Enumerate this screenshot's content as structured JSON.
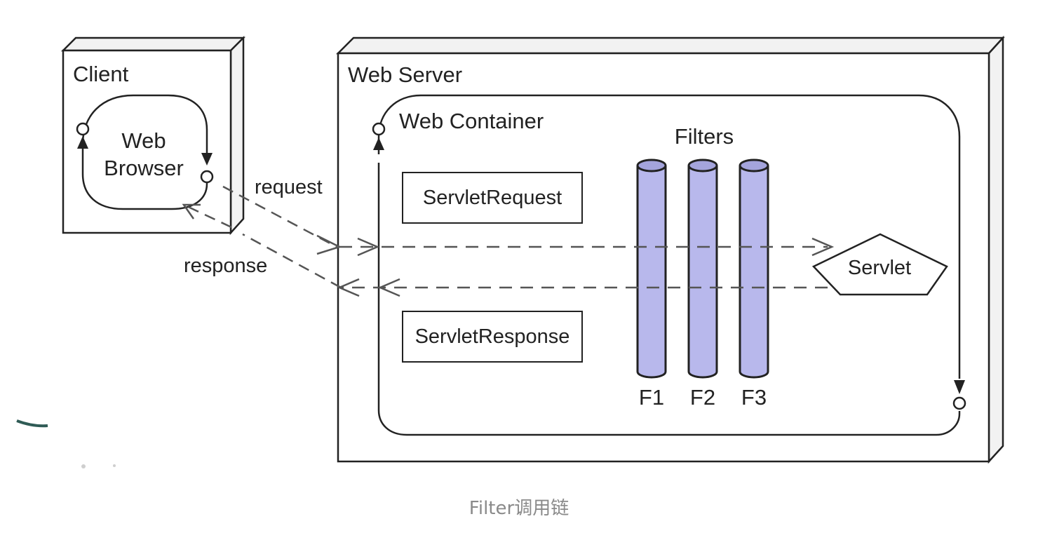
{
  "diagram": {
    "client": {
      "title": "Client",
      "browser_line1": "Web",
      "browser_line2": "Browser"
    },
    "server": {
      "title": "Web Server",
      "container_title": "Web Container",
      "request_object": "ServletRequest",
      "response_object": "ServletResponse",
      "filters_title": "Filters",
      "filters": [
        {
          "label": "F1"
        },
        {
          "label": "F2"
        },
        {
          "label": "F3"
        }
      ],
      "servlet": "Servlet"
    },
    "flows": {
      "request": "request",
      "response": "response"
    },
    "colors": {
      "stroke": "#222222",
      "filter_fill": "#b8b8ec",
      "filter_top": "#a4a4dc",
      "dashed": "#555555",
      "box_shade": "#f2f2f2"
    }
  },
  "caption": "Filter调用链"
}
